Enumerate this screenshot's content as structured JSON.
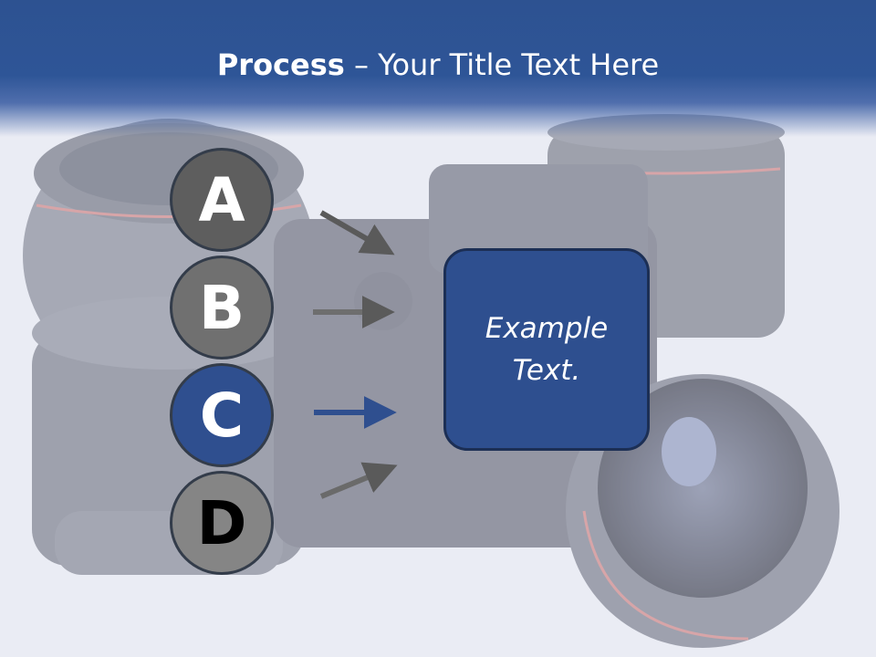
{
  "slide": {
    "title_bold": "Process",
    "title_rest": " – Your Title Text Here"
  },
  "steps": [
    {
      "letter": "A"
    },
    {
      "letter": "B"
    },
    {
      "letter": "C"
    },
    {
      "letter": "D"
    }
  ],
  "box": {
    "line1": "Example",
    "line2": "Text."
  },
  "colors": {
    "header": "#2e5597",
    "accent": "#2f4f8f",
    "gray_arrow": "#5a5a5a"
  }
}
